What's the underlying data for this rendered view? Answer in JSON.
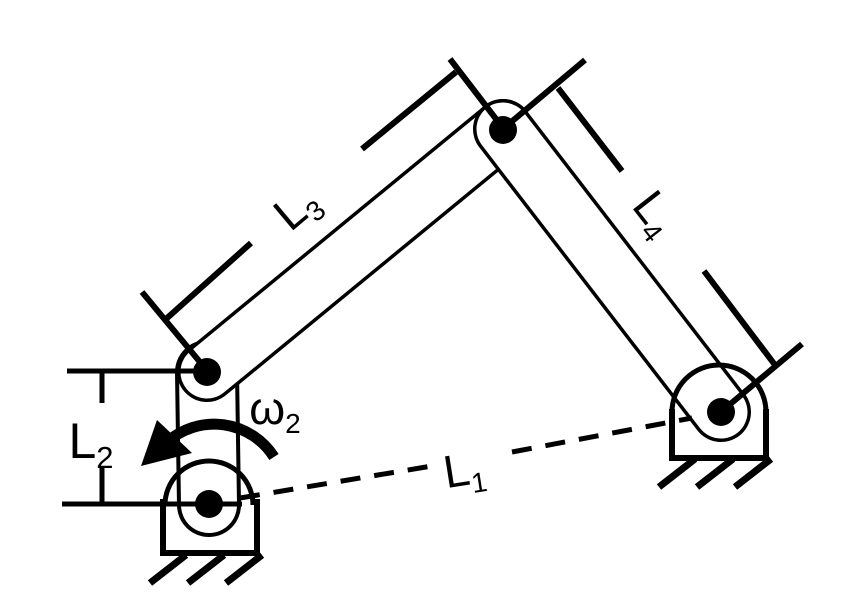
{
  "diagram": {
    "colors": {
      "ink": "#000000",
      "background": "#ffffff"
    },
    "labels": {
      "l1": {
        "main": "L",
        "sub": "1"
      },
      "l2": {
        "main": "L",
        "sub": "2"
      },
      "l3": {
        "main": "L",
        "sub": "3"
      },
      "l4": {
        "main": "L",
        "sub": "4"
      },
      "omega2": {
        "main": "ω",
        "sub": "2"
      }
    },
    "icons": {
      "rotation_arrow": "counterclockwise-rotation-arc-arrow",
      "ground_left": "hatched-pin-bearing",
      "ground_right": "hatched-pin-bearing",
      "pin_joint": "filled-circle-pin"
    }
  }
}
